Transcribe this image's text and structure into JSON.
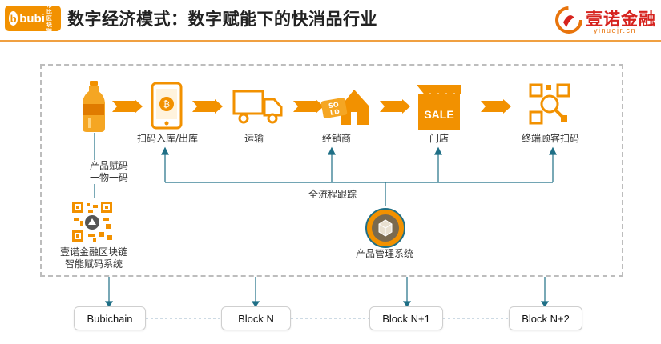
{
  "header": {
    "logo_brand": "bubi",
    "logo_cn_top": "布比",
    "logo_cn_bottom": "区块链",
    "title": "数字经济模式：数字赋能下的快消品行业",
    "right_logo_name": "壹诺金融",
    "right_logo_url": "yinuojr.cn"
  },
  "flow": {
    "steps": [
      {
        "id": "product",
        "label": "",
        "icon": "bottle-icon"
      },
      {
        "id": "scan-warehouse",
        "label": "扫码入库/出库",
        "icon": "phone-coin-icon"
      },
      {
        "id": "transport",
        "label": "运输",
        "icon": "truck-icon"
      },
      {
        "id": "dealer",
        "label": "经销商",
        "icon": "sold-house-icon"
      },
      {
        "id": "store",
        "label": "门店",
        "icon": "sale-store-icon"
      },
      {
        "id": "consumer-scan",
        "label": "终端顾客扫码",
        "icon": "qr-magnifier-icon"
      }
    ]
  },
  "annotations": {
    "code_assign_line1": "产品赋码",
    "code_assign_line2": "一物一码",
    "tracking": "全流程跟踪",
    "qr_system_line1": "壹诺金融区块链",
    "qr_system_line2": "智能赋码系统",
    "management_system": "产品管理系统"
  },
  "blocks": [
    {
      "label": "Bubichain"
    },
    {
      "label": "Block N"
    },
    {
      "label": "Block N+1"
    },
    {
      "label": "Block N+2"
    }
  ],
  "colors": {
    "accent": "#f29100",
    "line": "#1f6f86",
    "brand_red": "#d6231e"
  }
}
